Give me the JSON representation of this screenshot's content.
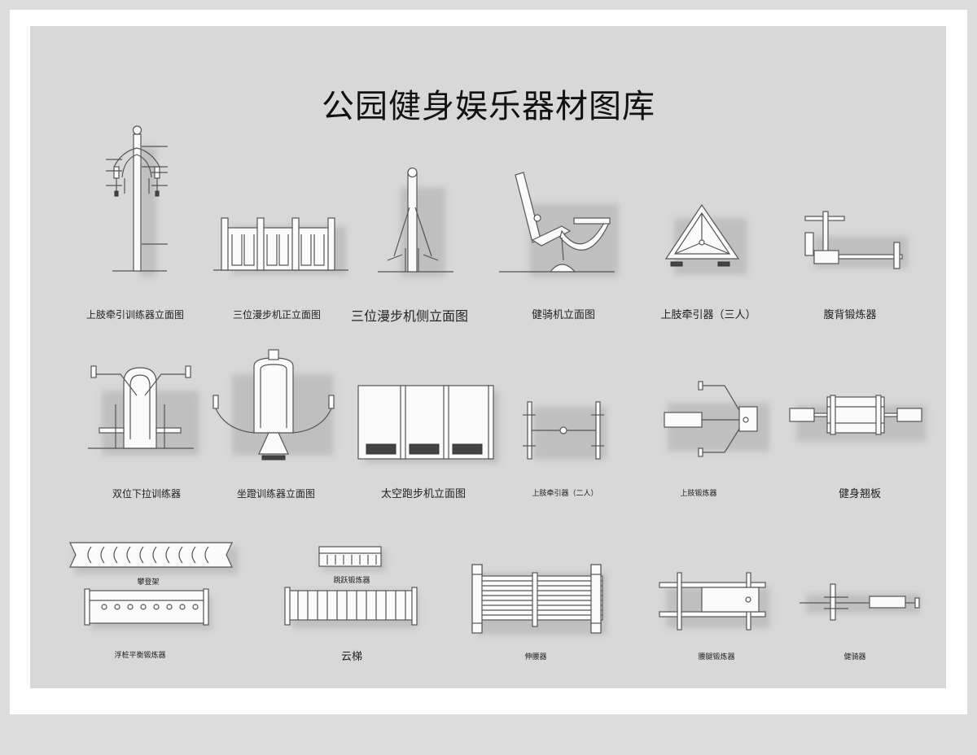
{
  "title": "公园健身娱乐器材图库",
  "labels": {
    "l1": "上肢牵引训练器立面图",
    "l2": "三位漫步机正立面图",
    "l3": "三位漫步机侧立面图",
    "l4": "健骑机立面图",
    "l5": "上肢牵引器（三人）",
    "l6": "腹背锻炼器",
    "l7": "双位下拉训练器",
    "l8": "坐蹬训练器立面图",
    "l9": "太空跑步机立面图",
    "l10": "上肢牵引器（二人）",
    "l11": "上肢锻炼器",
    "l12": "健身翘板",
    "l13": "攀登架",
    "l14": "浮桩平衡锻炼器",
    "l15": "跳跃锻炼器",
    "l16": "云梯",
    "l17": "伸腰器",
    "l18": "腰腿锻炼器",
    "l19": "健骑器"
  }
}
